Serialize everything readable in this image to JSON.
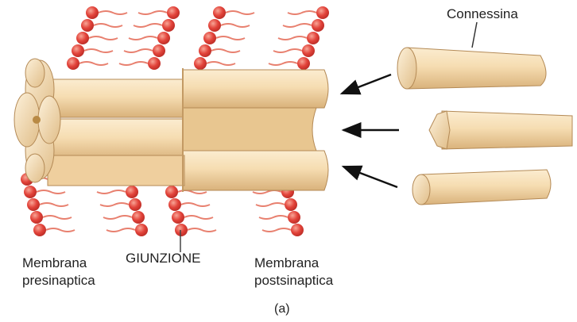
{
  "labels": {
    "connexin": "Connessina",
    "presynaptic_line1": "Membrana",
    "presynaptic_line2": "presinaptica",
    "junction": "GIUNZIONE",
    "postsynaptic_line1": "Membrana",
    "postsynaptic_line2": "postsinaptica",
    "panel": "(a)"
  },
  "colors": {
    "lipid_head": "#e2433a",
    "lipid_head_highlight": "#f48a7c",
    "lipid_tail": "#e8806f",
    "connexin_fill": "#f6ddb2",
    "connexin_shade": "#dcb680",
    "connexin_edge": "#b48a56",
    "arrow": "#111111"
  }
}
